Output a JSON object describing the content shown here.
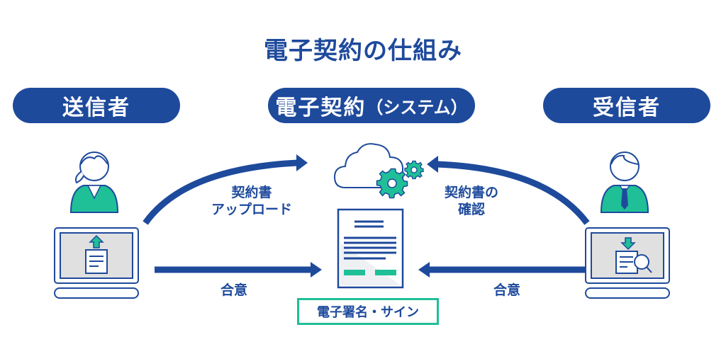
{
  "title": "電子契約の仕組み",
  "actors": {
    "sender": {
      "label": "送信者"
    },
    "system": {
      "label": "電子契約",
      "sub_label": "（システム）"
    },
    "receiver": {
      "label": "受信者"
    }
  },
  "flows": {
    "upload": {
      "line1": "契約書",
      "line2": "アップロード"
    },
    "confirm": {
      "line1": "契約書の",
      "line2": "確認"
    },
    "agree_left": {
      "label": "合意"
    },
    "agree_right": {
      "label": "合意"
    }
  },
  "signature_box": {
    "label": "電子署名・サイン"
  },
  "colors": {
    "primary": "#1e4a9c",
    "accent": "#1fbf97",
    "screen": "#e0e0e0"
  }
}
